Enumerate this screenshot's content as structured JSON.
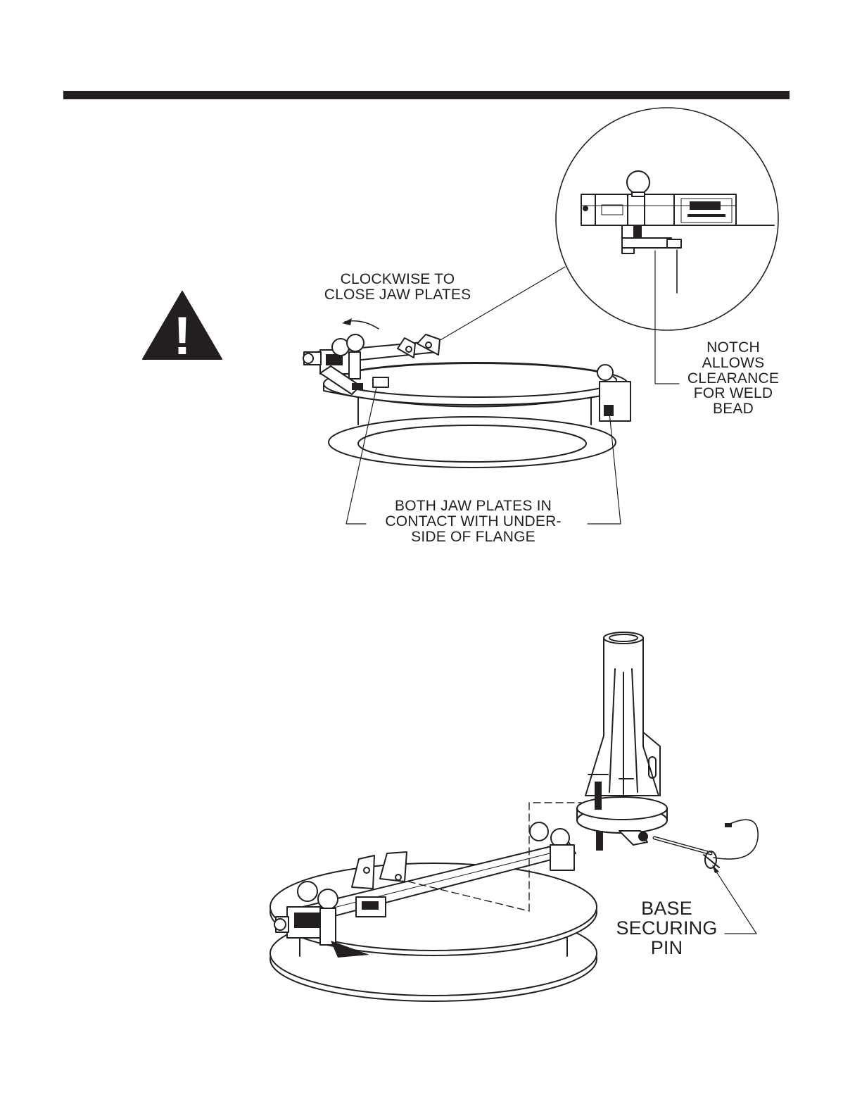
{
  "header": {
    "rule_color": "#231f20"
  },
  "warning": {
    "icon": "warning-triangle-icon",
    "symbol": "!"
  },
  "figure_top": {
    "clockwise_label": [
      "CLOCKWISE TO",
      "CLOSE JAW PLATES"
    ],
    "notch_label": [
      "NOTCH",
      "ALLOWS",
      "CLEARANCE",
      "FOR WELD",
      "BEAD"
    ],
    "jaw_label": [
      "BOTH JAW PLATES IN",
      "CONTACT WITH UNDER-",
      "SIDE OF FLANGE"
    ]
  },
  "figure_bottom": {
    "pin_label": [
      "BASE",
      "SECURING",
      "PIN"
    ]
  }
}
